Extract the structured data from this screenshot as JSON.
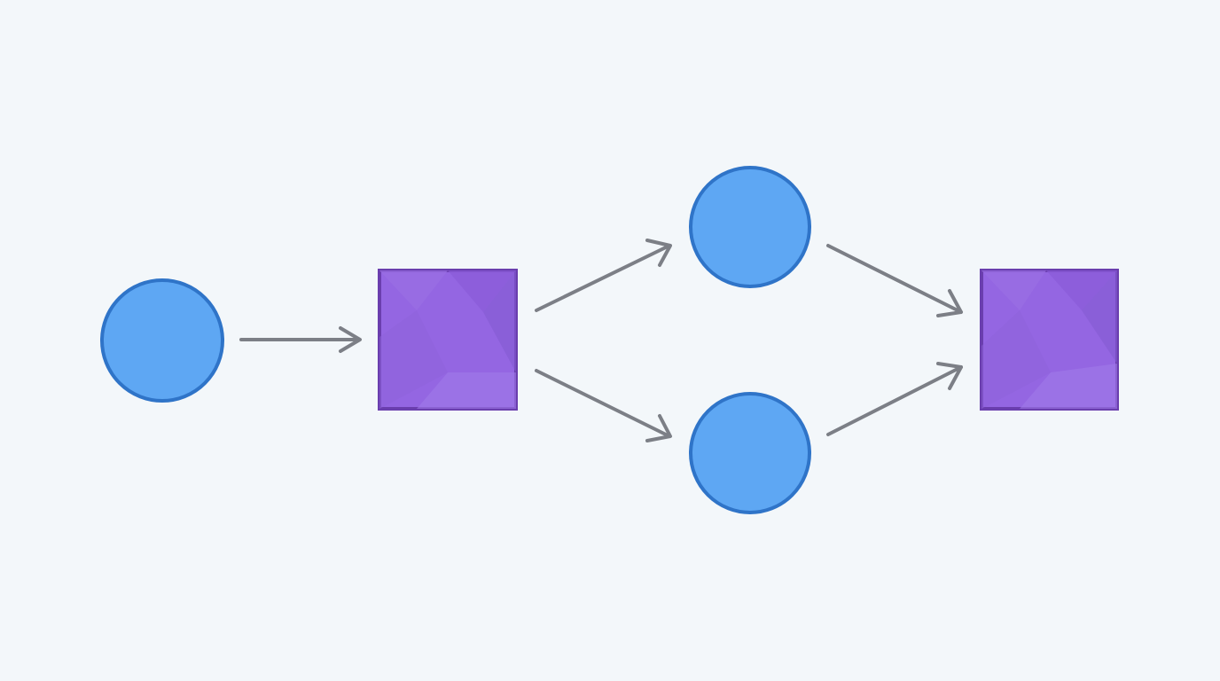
{
  "diagram": {
    "type": "flow-graph",
    "nodes": [
      {
        "id": "n1",
        "shape": "circle"
      },
      {
        "id": "n2",
        "shape": "square"
      },
      {
        "id": "n3",
        "shape": "circle"
      },
      {
        "id": "n4",
        "shape": "circle"
      },
      {
        "id": "n5",
        "shape": "square"
      }
    ],
    "edges": [
      {
        "from": "n1",
        "to": "n2"
      },
      {
        "from": "n2",
        "to": "n3"
      },
      {
        "from": "n2",
        "to": "n4"
      },
      {
        "from": "n3",
        "to": "n5"
      },
      {
        "from": "n4",
        "to": "n5"
      }
    ]
  },
  "colors": {
    "background": "#f3f7fa",
    "circle_fill": "#5ea7f3",
    "circle_stroke": "#2f74c8",
    "square_fill": "#9466e2",
    "square_stroke": "#6a3eae",
    "square_facet": "#8a5bd8",
    "arrow": "#7c7f86"
  }
}
